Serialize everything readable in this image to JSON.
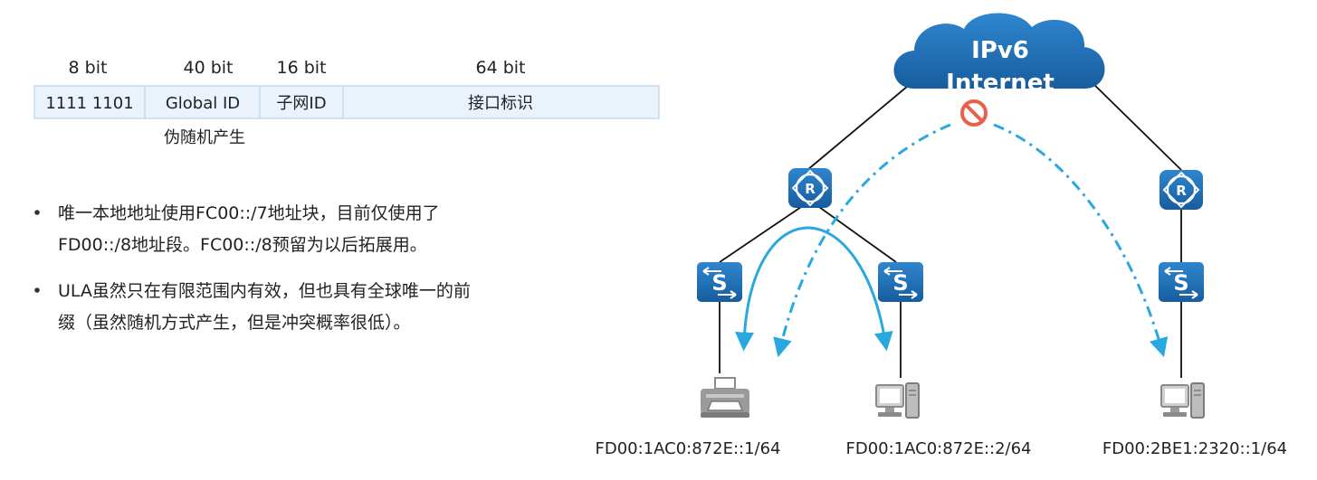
{
  "address_format": {
    "fields": [
      {
        "bits": "8 bit",
        "value": "1111 1101",
        "note": ""
      },
      {
        "bits": "40 bit",
        "value": "Global ID",
        "note": "伪随机产生"
      },
      {
        "bits": "16 bit",
        "value": "子网ID",
        "note": ""
      },
      {
        "bits": "64 bit",
        "value": "接口标识",
        "note": ""
      }
    ]
  },
  "bullets": [
    {
      "lines": [
        "唯一本地地址使用FC00::/7地址块，目前仅使用了",
        "FD00::/8地址段。FC00::/8预留为以后拓展用。"
      ]
    },
    {
      "lines": [
        "ULA虽然只在有限范围内有效，但也具有全球唯一的前",
        "缀（虽然随机方式产生，但是冲突概率很低）。"
      ]
    }
  ],
  "network": {
    "cloud_label_line1": "IPv6",
    "cloud_label_line2": "Internet",
    "router_glyph": "R",
    "switch_glyph": "S",
    "hosts": [
      {
        "type": "printer",
        "address": "FD00:1AC0:872E::1/64"
      },
      {
        "type": "pc",
        "address": "FD00:1AC0:872E::2/64"
      },
      {
        "type": "pc",
        "address": "FD00:2BE1:2320::1/64"
      }
    ],
    "colors": {
      "device": "#1f6fb5",
      "device_light": "#3a8fd6",
      "flow": "#29a8e0",
      "block": "#e8604c"
    },
    "icons": [
      "cloud-icon",
      "router-icon",
      "switch-icon",
      "printer-icon",
      "pc-icon",
      "blocked-icon"
    ]
  }
}
